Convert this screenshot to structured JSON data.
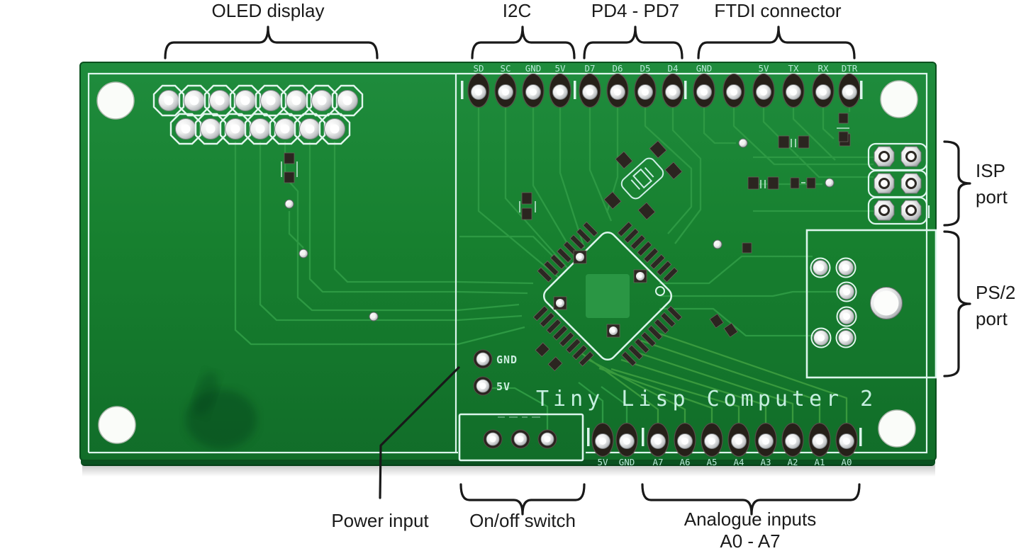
{
  "annotations": {
    "top": [
      {
        "label": "OLED display"
      },
      {
        "label": "I2C"
      },
      {
        "label": "PD4 - PD7"
      },
      {
        "label": "FTDI connector"
      }
    ],
    "right": [
      {
        "line1": "ISP",
        "line2": "port"
      },
      {
        "line1": "PS/2",
        "line2": "port"
      }
    ],
    "bottom": [
      {
        "label": "Power input"
      },
      {
        "label": "On/off switch"
      },
      {
        "line1": "Analogue inputs",
        "line2": "A0 - A7"
      }
    ]
  },
  "silkscreen": {
    "title": "Tiny Lisp Computer 2",
    "power_gnd": "GND",
    "power_5v": "5V",
    "top_pins": [
      "SD",
      "SC",
      "GND",
      "5V",
      "D7",
      "D6",
      "D5",
      "D4",
      "GND",
      "",
      "5V",
      "TX",
      "RX",
      "DTR"
    ],
    "bottom_pins": [
      "5V",
      "GND",
      "A7",
      "A6",
      "A5",
      "A4",
      "A3",
      "A2",
      "A1",
      "A0"
    ]
  },
  "colors": {
    "board_green": "#17812f",
    "trace_green": "#2f9b45",
    "silkscreen_white": "#dcf5ec",
    "annotation_black": "#1a1a1a"
  }
}
